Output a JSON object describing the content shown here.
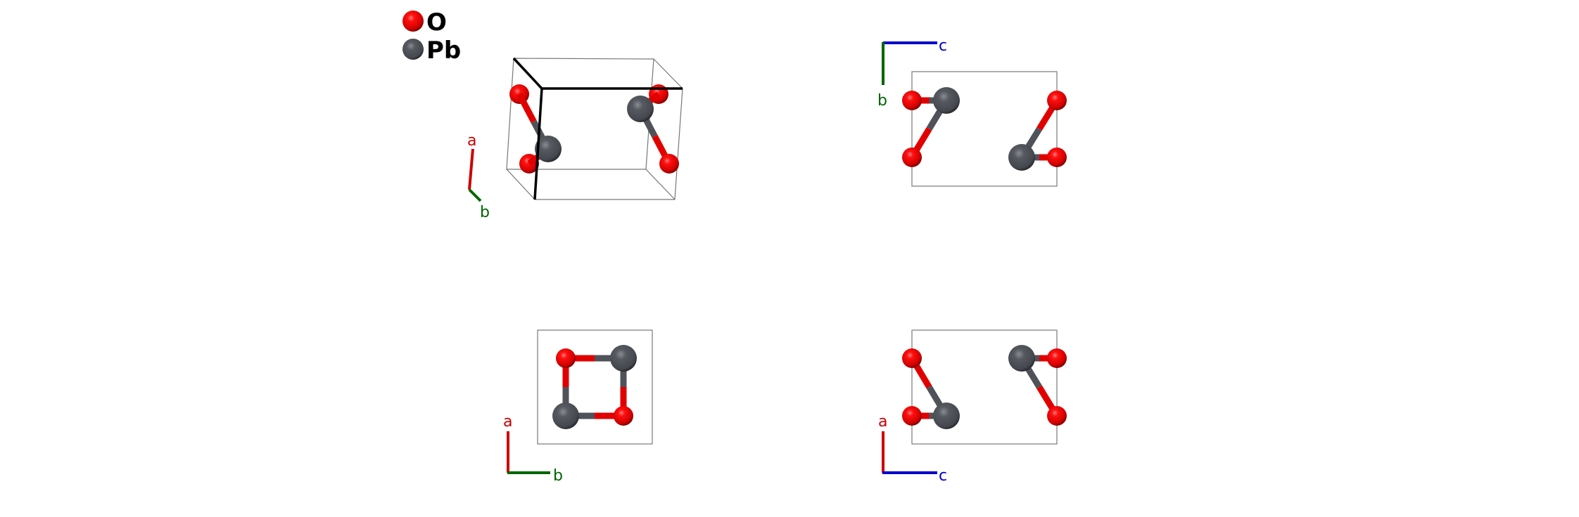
{
  "legend": [
    {
      "element": "O",
      "label": "O",
      "color": "#ff0000"
    },
    {
      "element": "Pb",
      "label": "Pb",
      "color": "#575961"
    }
  ],
  "axis_colors": {
    "a": "#cc0000",
    "b": "#006600",
    "c": "#0000cc"
  },
  "panels": [
    {
      "name": "perspective-view",
      "axes": [
        "a",
        "b"
      ]
    },
    {
      "name": "view-along-a",
      "axes": [
        "c",
        "b"
      ]
    },
    {
      "name": "view-along-c",
      "axes": [
        "a",
        "b"
      ]
    },
    {
      "name": "view-along-b",
      "axes": [
        "a",
        "c"
      ]
    }
  ]
}
